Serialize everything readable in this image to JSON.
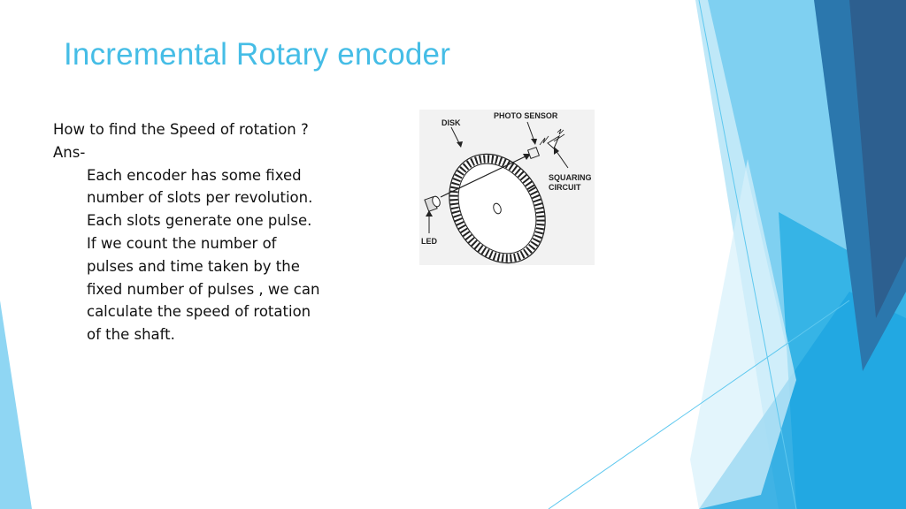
{
  "slide": {
    "title": "Incremental Rotary encoder",
    "question": "How to find the Speed of rotation ?",
    "answer_prefix": "Ans-",
    "answer_lines": [
      "Each encoder has some fixed",
      "number of slots per revolution.",
      "Each slots generate one pulse.",
      "If we count the number of",
      "pulses and time taken by the",
      "fixed number of pulses , we can",
      "calculate the speed of rotation",
      "of the shaft."
    ]
  },
  "figure": {
    "labels": {
      "disk": "DISK",
      "photo_sensor": "PHOTO SENSOR",
      "squaring_line1": "SQUARING",
      "squaring_line2": "CIRCUIT",
      "led": "LED"
    }
  },
  "theme": {
    "title_color": "#45bde6",
    "accent_light": "#bde8f8",
    "accent_mid": "#5ec8ef",
    "accent_dark": "#2a7fb3",
    "accent_navy": "#2d5f8f"
  }
}
